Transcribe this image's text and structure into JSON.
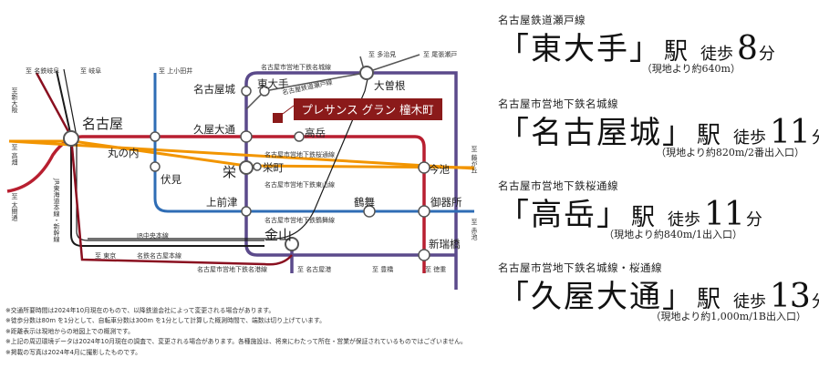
{
  "map": {
    "property_label": "プレサンス グラン 橦木町",
    "colors": {
      "meijo": "#5b4a8b",
      "sakuradori": "#b81f30",
      "higashiyama": "#f29500",
      "tsurumai": "#2f6db5",
      "jr": "#1a1a1a",
      "meitetsu": "#8a1020",
      "kintetsu": "#6a4a2a",
      "property": "#8b1a1a"
    },
    "stations": {
      "nagoya": "名古屋",
      "marunouchi": "丸の内",
      "fushimi": "伏見",
      "sakae": "栄",
      "hisayaodori": "久屋大通",
      "nagoyajo": "名古屋城",
      "higashiote": "東大手",
      "takaoka": "高岳",
      "sakaemachi": "栄町",
      "ozone": "大曽根",
      "imaike": "今池",
      "kamimaezu": "上前津",
      "tsurumai": "鶴舞",
      "gokisho": "御器所",
      "kanayama": "金山",
      "shinmizuhashi": "新瑞橋"
    },
    "lines": {
      "seto": "名古屋鉄道瀬戸線",
      "meijo_top": "名古屋市営地下鉄名城線",
      "sakuradori": "名古屋市営地下鉄桜通線",
      "higashiyama": "名古屋市営地下鉄東山線",
      "tsurumai": "名古屋市営地下鉄鶴舞線",
      "jr_chuo": "JR中央本線",
      "meitetsu_nagoya": "名鉄名古屋本線",
      "meiko": "名古屋市営地下鉄名港線",
      "jr_tokaido_vertical": "JR東海道本線・新幹線"
    },
    "directions": {
      "gifu_meitetsu": "至 名鉄岐阜",
      "gifu": "至 岐阜",
      "shin_osaka": "至新大阪",
      "takabata": "至 高畑",
      "taiko": "至 太閤通",
      "kamiotai": "至 上小田井",
      "tajimi": "至 多治見",
      "owariseto": "至 尾張瀬戸",
      "fujigaoka": "至 藤が丘",
      "akaike": "至 赤池",
      "tokuju": "至 徳重",
      "toyohashi": "至 豊橋",
      "nagoyako": "至 名古屋港",
      "tokyo": "至 東京"
    }
  },
  "access": [
    {
      "line": "名古屋鉄道瀬戸線",
      "name": "「東大手」",
      "eki": "駅",
      "walk": "徒歩",
      "minutes": "8",
      "unit": "分",
      "note": "（現地より約640m）"
    },
    {
      "line": "名古屋市営地下鉄名城線",
      "name": "「名古屋城」",
      "eki": "駅",
      "walk": "徒歩",
      "minutes": "11",
      "unit": "分",
      "note": "（現地より約820m/2番出入口）"
    },
    {
      "line": "名古屋市営地下鉄桜通線",
      "name": "「高岳」",
      "eki": "駅",
      "walk": "徒歩",
      "minutes": "11",
      "unit": "分",
      "note": "（現地より約840m/1出入口）"
    },
    {
      "line": "名古屋市営地下鉄名城線・桜通線",
      "name": "「久屋大通」",
      "eki": "駅",
      "walk": "徒歩",
      "minutes": "13",
      "unit": "分",
      "note": "（現地より約1,000m/1B出入口）"
    }
  ],
  "notes": [
    "※交通所要時間は2024年10月現在のもので、以降鉄道会社によって変更される場合があります。",
    "※徒歩分数は80m を1分として、自転車分数は300m を1分として計算した概測時間で、端数は切り上げています。",
    "※距離表示は現地からの地図上での概測です。",
    "※上記の周辺環境データは2024年10月現在の調査で、変更される場合があります。各種施設は、将来にわたって所在・営業が保証されているものではございません。",
    "※掲載の写真は2024年4月に撮影したものです。"
  ]
}
